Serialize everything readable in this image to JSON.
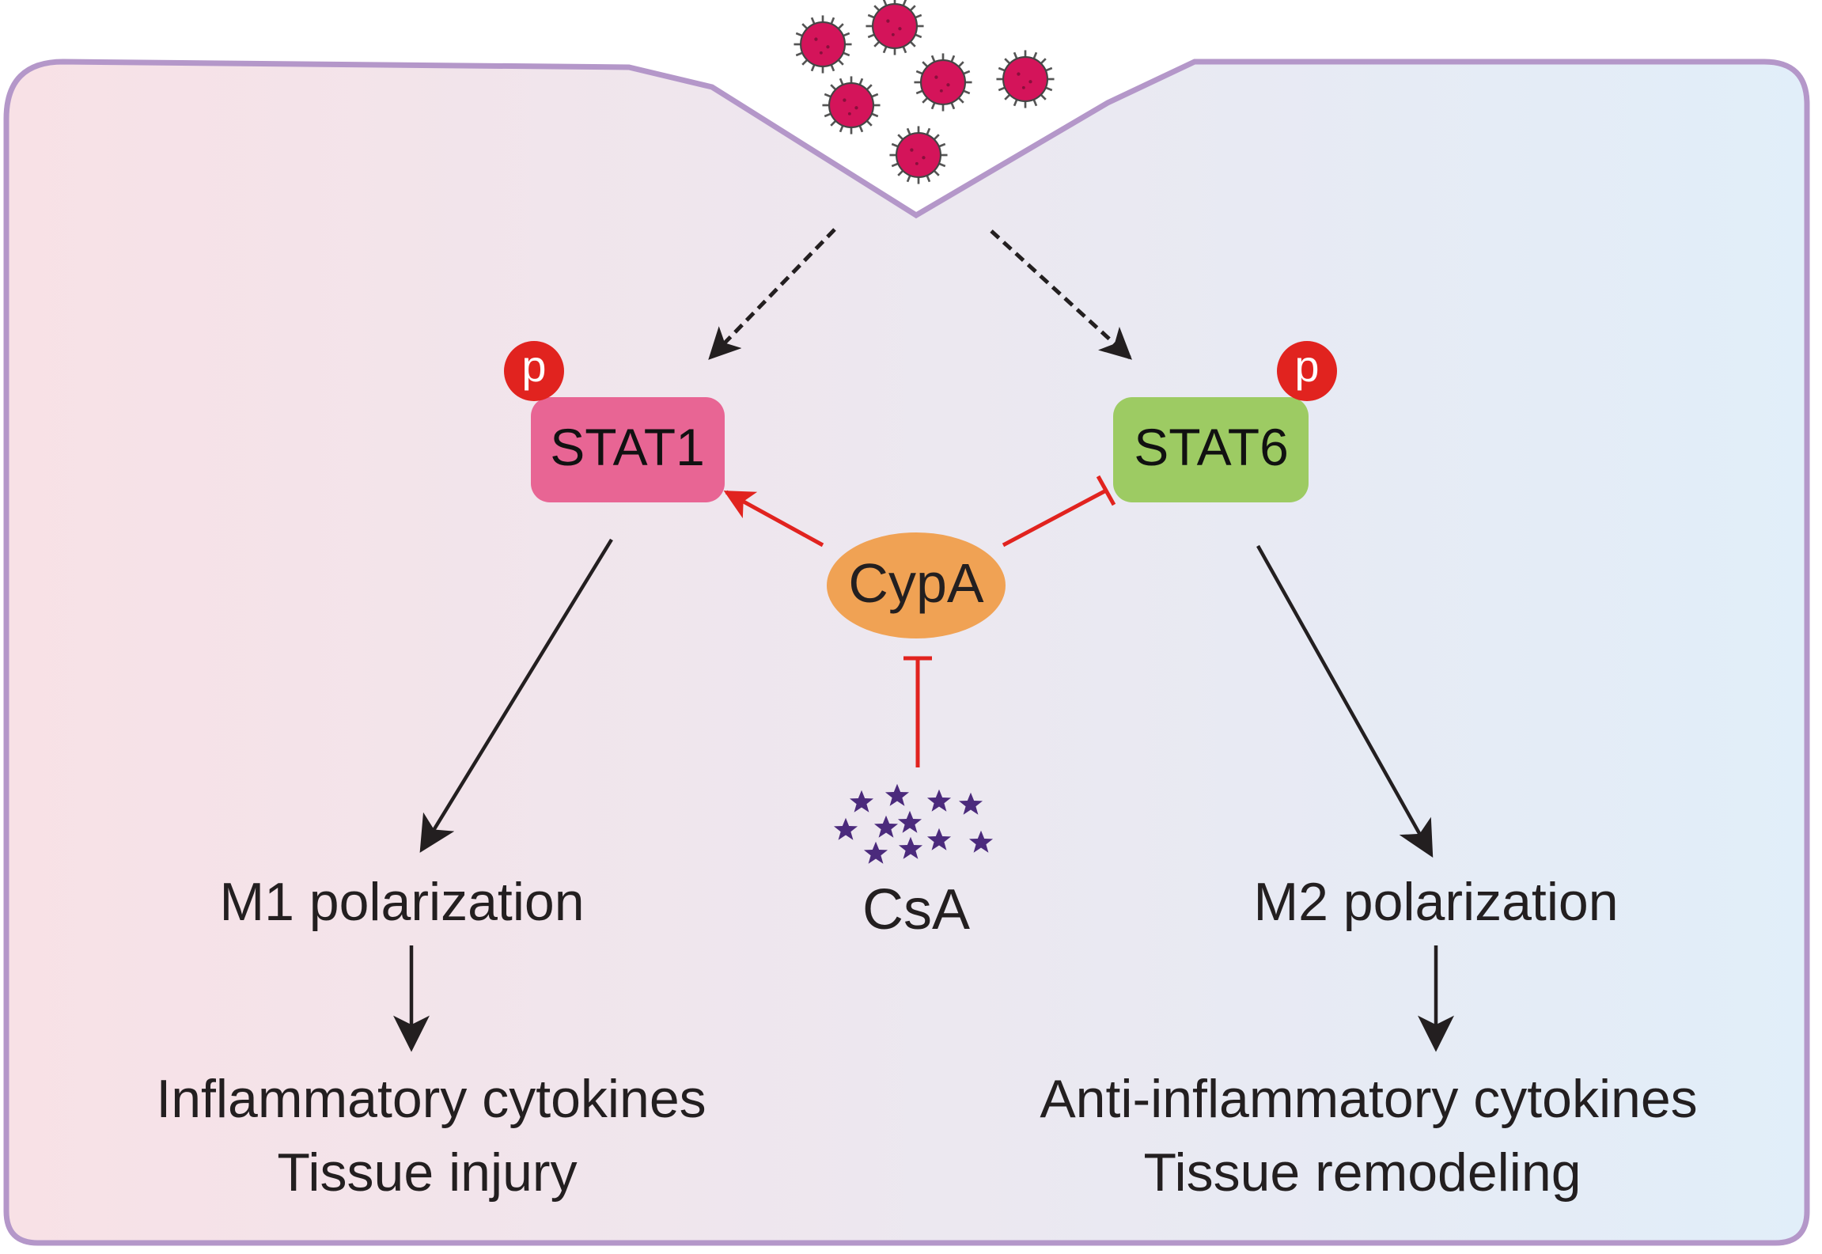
{
  "diagram": {
    "nodes": {
      "stat1": {
        "label": "STAT1",
        "phospho": "p",
        "color": "#e86594"
      },
      "stat6": {
        "label": "STAT6",
        "phospho": "p",
        "color": "#9dcb63"
      },
      "cypa": {
        "label": "CypA",
        "color": "#f0a254"
      },
      "csa": {
        "label": "CsA",
        "color": "#4b2a7c"
      }
    },
    "outcomes": {
      "m1": {
        "title": "M1 polarization",
        "line1": "Inflammatory cytokines",
        "line2": "Tissue injury"
      },
      "m2": {
        "title": "M2 polarization",
        "line1": "Anti-inflammatory cytokines",
        "line2": "Tissue remodeling"
      }
    },
    "edges": [
      {
        "from": "virus",
        "to": "stat1",
        "type": "dashed-activation"
      },
      {
        "from": "virus",
        "to": "stat6",
        "type": "dashed-activation"
      },
      {
        "from": "cypa",
        "to": "stat1",
        "type": "activation"
      },
      {
        "from": "cypa",
        "to": "stat6",
        "type": "inhibition"
      },
      {
        "from": "csa",
        "to": "cypa",
        "type": "inhibition"
      },
      {
        "from": "stat1",
        "to": "m1",
        "type": "activation"
      },
      {
        "from": "stat6",
        "to": "m2",
        "type": "activation"
      },
      {
        "from": "m1",
        "to": "m1-outcome",
        "type": "activation"
      },
      {
        "from": "m2",
        "to": "m2-outcome",
        "type": "activation"
      }
    ],
    "colors": {
      "cell_border": "#b497c9",
      "bg_left": "#f8e1e6",
      "bg_right": "#e1eef9",
      "virus": "#d4145a",
      "phospho": "#e1231f",
      "red_edge": "#e1231f",
      "black_edge": "#231f20"
    }
  }
}
